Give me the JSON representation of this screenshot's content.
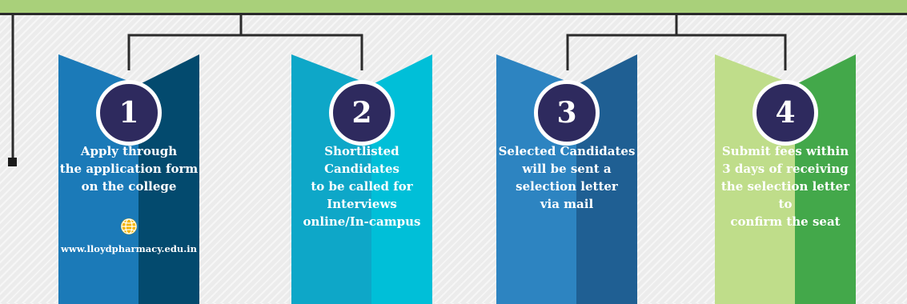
{
  "colors": {
    "top_band": "#a9d07a",
    "connector_line": "#2b2b2b",
    "badge_fill": "#2e2a5e",
    "step1": [
      "#1b7ab8",
      "#034a6e"
    ],
    "step2": [
      "#0ea7c8",
      "#00bfd8"
    ],
    "step3": [
      "#2d84c1",
      "#1f5f93"
    ],
    "step4": [
      "#bfdd8a",
      "#43a84a"
    ]
  },
  "steps": [
    {
      "number": "1",
      "lines": [
        "Apply through",
        "the application form",
        "on the college"
      ],
      "icon": "globe-icon",
      "url": "www.lloydpharmacy.edu.in"
    },
    {
      "number": "2",
      "lines": [
        "Shortlisted Candidates",
        "to be called for",
        "Interviews",
        "online/In-campus"
      ]
    },
    {
      "number": "3",
      "lines": [
        "Selected Candidates",
        "will be sent a",
        "selection letter",
        "via mail"
      ]
    },
    {
      "number": "4",
      "lines": [
        "Submit fees within",
        "3 days of receiving",
        "the selection letter to",
        "confirm the seat"
      ]
    }
  ]
}
